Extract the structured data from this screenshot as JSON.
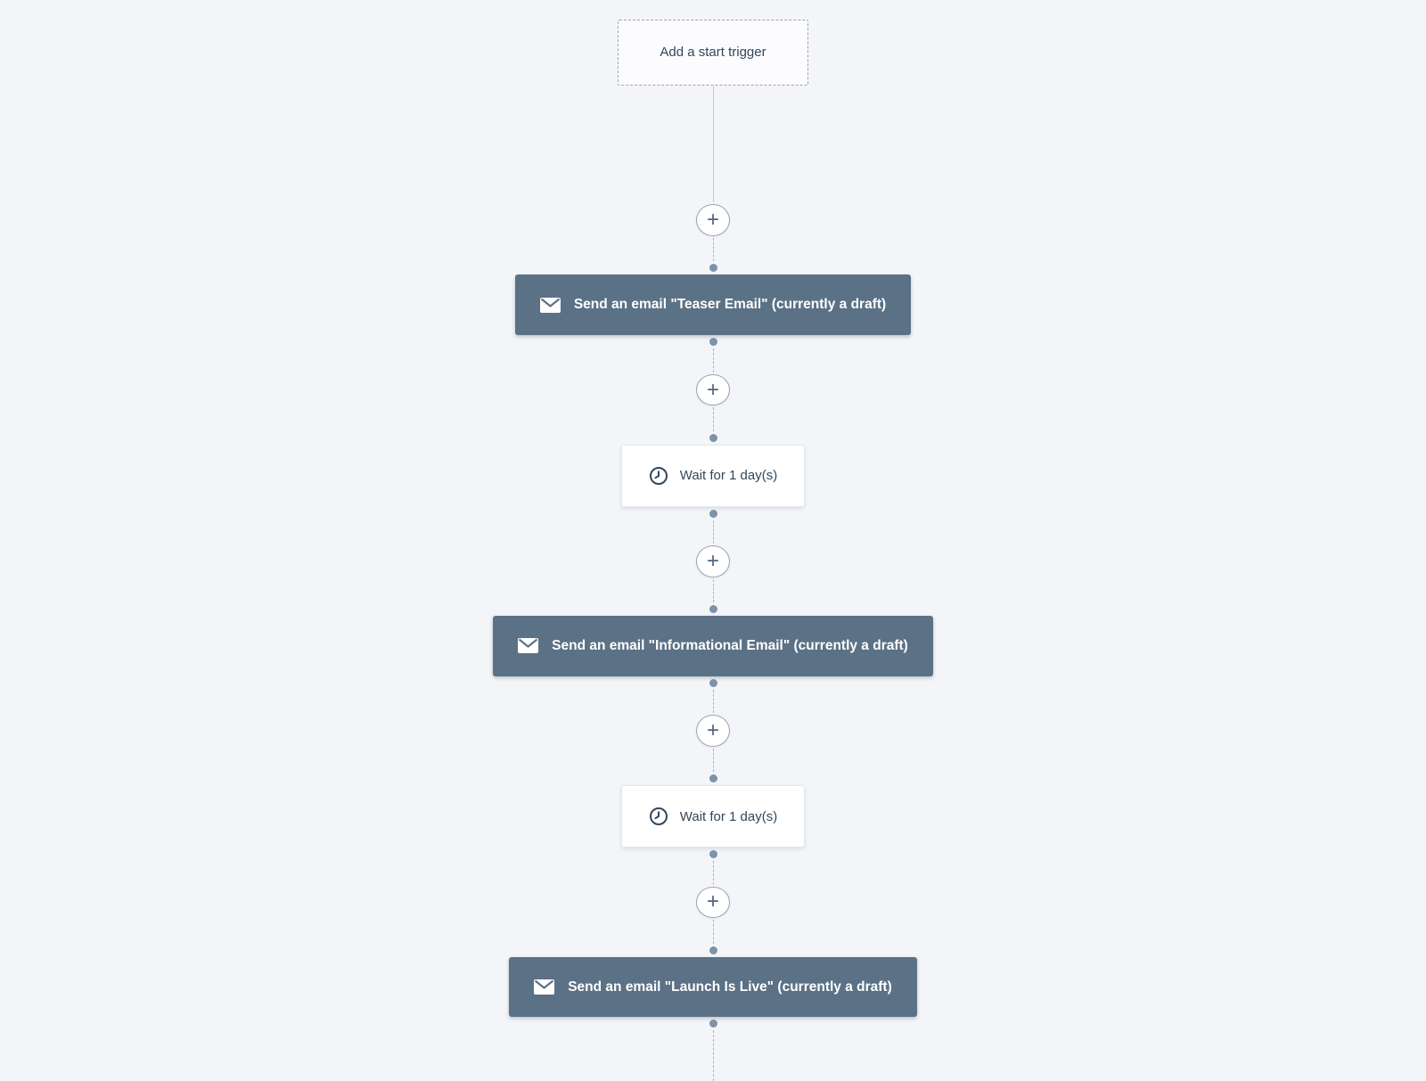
{
  "canvas": {
    "background": "#f4f5f9"
  },
  "trigger": {
    "label": "Add a start trigger"
  },
  "connector": {
    "plus_label": "+"
  },
  "steps": [
    {
      "type": "email",
      "icon": "envelope-icon",
      "label": "Send an email \"Teaser Email\" (currently a draft)"
    },
    {
      "type": "wait",
      "icon": "clock-icon",
      "label": "Wait for 1 day(s)"
    },
    {
      "type": "email",
      "icon": "envelope-icon",
      "label": "Send an email \"Informational Email\" (currently a draft)"
    },
    {
      "type": "wait",
      "icon": "clock-icon",
      "label": "Wait for 1 day(s)"
    },
    {
      "type": "email",
      "icon": "envelope-icon",
      "label": "Send an email \"Launch Is Live\" (currently a draft)"
    }
  ],
  "colors": {
    "canvas_background": "#f4f5f9",
    "email_card_background": "#5b7186",
    "email_card_text": "#ffffff",
    "wait_card_background": "#ffffff",
    "dark_text": "#33475b",
    "connector_dot": "#7e92a8",
    "connector_line": "#aab5c4"
  }
}
